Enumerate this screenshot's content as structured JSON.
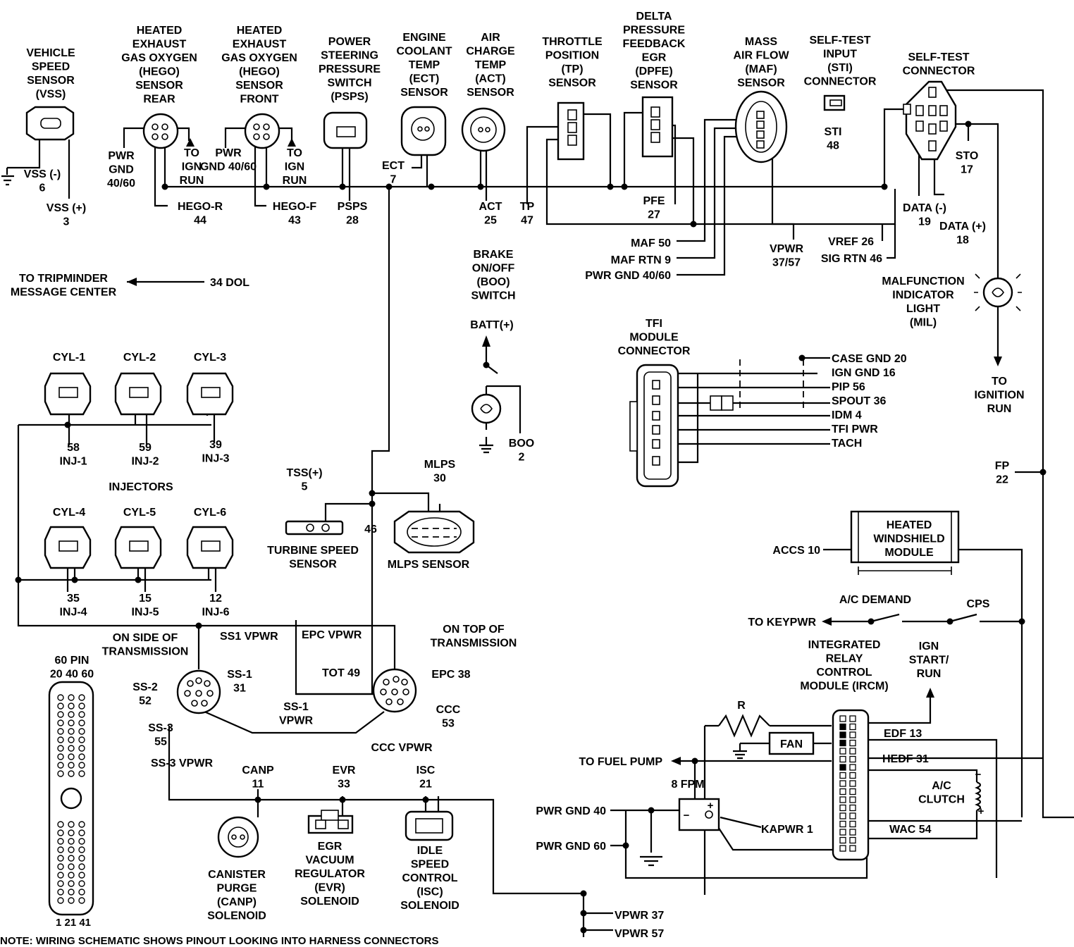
{
  "components": {
    "vss": [
      "VEHICLE",
      "SPEED",
      "SENSOR",
      "(VSS)"
    ],
    "hego_rear": [
      "HEATED",
      "EXHAUST",
      "GAS OXYGEN",
      "(HEGO)",
      "SENSOR",
      "REAR"
    ],
    "hego_front": [
      "HEATED",
      "EXHAUST",
      "GAS OXYGEN",
      "(HEGO)",
      "SENSOR",
      "FRONT"
    ],
    "psps": [
      "POWER",
      "STEERING",
      "PRESSURE",
      "SWITCH",
      "(PSPS)"
    ],
    "ect": [
      "ENGINE",
      "COOLANT",
      "TEMP",
      "(ECT)",
      "SENSOR"
    ],
    "act": [
      "AIR",
      "CHARGE",
      "TEMP",
      "(ACT)",
      "SENSOR"
    ],
    "tp": [
      "THROTTLE",
      "POSITION",
      "(TP)",
      "SENSOR"
    ],
    "dpfe": [
      "DELTA",
      "PRESSURE",
      "FEEDBACK",
      "EGR",
      "(DPFE)",
      "SENSOR"
    ],
    "maf": [
      "MASS",
      "AIR FLOW",
      "(MAF)",
      "SENSOR"
    ],
    "sti": [
      "SELF-TEST",
      "INPUT",
      "(STI)",
      "CONNECTOR"
    ],
    "self_test": [
      "SELF-TEST",
      "CONNECTOR"
    ],
    "boo": [
      "BRAKE",
      "ON/OFF",
      "(BOO)",
      "SWITCH"
    ],
    "tfi": [
      "TFI",
      "MODULE",
      "CONNECTOR"
    ],
    "mil": [
      "MALFUNCTION",
      "INDICATOR",
      "LIGHT",
      "(MIL)"
    ],
    "tss": [
      "TURBINE SPEED",
      "SENSOR"
    ],
    "mlps": "MLPS SENSOR",
    "hws": [
      "HEATED",
      "WINDSHIELD",
      "MODULE"
    ],
    "ircm": [
      "INTEGRATED",
      "RELAY",
      "CONTROL",
      "MODULE  (IRCM)"
    ],
    "canp": [
      "CANISTER",
      "PURGE",
      "(CANP)",
      "SOLENOID"
    ],
    "evr": [
      "EGR",
      "VACUUM",
      "REGULATOR",
      "(EVR)",
      "SOLENOID"
    ],
    "isc": [
      "IDLE",
      "SPEED",
      "CONTROL",
      "(ISC)",
      "SOLENOID"
    ],
    "injectors": "INJECTORS",
    "cyl": [
      "CYL-1",
      "CYL-2",
      "CYL-3",
      "CYL-4",
      "CYL-5",
      "CYL-6"
    ],
    "inj": [
      [
        "58",
        "INJ-1"
      ],
      [
        "59",
        "INJ-2"
      ],
      [
        "39",
        "INJ-3"
      ],
      [
        "35",
        "INJ-4"
      ],
      [
        "15",
        "INJ-5"
      ],
      [
        "12",
        "INJ-6"
      ]
    ],
    "side_trans": [
      "ON SIDE OF",
      "TRANSMISSION"
    ],
    "top_trans": [
      "ON TOP OF",
      "TRANSMISSION"
    ],
    "pin60": [
      "60 PIN",
      "20  40  60"
    ],
    "pin60_bottom": "1   21   41",
    "fan": "FAN",
    "ac_clutch": [
      "A/C",
      "CLUTCH"
    ]
  },
  "signals": {
    "vss_minus": [
      "VSS (-)",
      "6"
    ],
    "vss_plus": [
      "VSS (+)",
      "3"
    ],
    "pwr_gnd_4060": [
      "PWR",
      "GND",
      "40/60"
    ],
    "to_ign_run": [
      "TO",
      "IGN",
      "RUN"
    ],
    "pwr_gnd_4060b": [
      "PWR",
      "GND 40/60"
    ],
    "hego_r": [
      "HEGO-R",
      "44"
    ],
    "hego_f": [
      "HEGO-F",
      "43"
    ],
    "psps": [
      "PSPS",
      "28"
    ],
    "ect": [
      "ECT",
      "7"
    ],
    "act": [
      "ACT",
      "25"
    ],
    "tp": [
      "TP",
      "47"
    ],
    "pfe": [
      "PFE",
      "27"
    ],
    "maf": "MAF 50",
    "maf_rtn": "MAF RTN 9",
    "pwr_gnd_maf": "PWR GND 40/60",
    "vpwr": [
      "VPWR",
      "37/57"
    ],
    "vref": "VREF 26",
    "sig_rtn": "SIG RTN 46",
    "sti": [
      "STI",
      "48"
    ],
    "sto": [
      "STO",
      "17"
    ],
    "data_minus": [
      "DATA (-)",
      "19"
    ],
    "data_plus": [
      "DATA (+)",
      "18"
    ],
    "to_tripminder": [
      "TO TRIPMINDER",
      "MESSAGE CENTER"
    ],
    "dol": "34 DOL",
    "batt": "BATT(+)",
    "boo": [
      "BOO",
      "2"
    ],
    "tfi_pins": [
      "CASE GND 20",
      "IGN GND 16",
      "PIP 56",
      "SPOUT 36",
      "IDM 4",
      "TFI PWR",
      "TACH"
    ],
    "to_ign_run_mil": [
      "TO",
      "IGNITION",
      "RUN"
    ],
    "fp": [
      "FP",
      "22"
    ],
    "tss_plus": [
      "TSS(+)",
      "5"
    ],
    "mlps": [
      "MLPS",
      "30"
    ],
    "n46": "46",
    "accs": "ACCS 10",
    "ac_demand": "A/C DEMAND",
    "cps": "CPS",
    "to_keypwr": "TO KEYPWR",
    "ign_start_run": [
      "IGN",
      "START/",
      "RUN"
    ],
    "ss1_vpwr": "SS1 VPWR",
    "epc_vpwr": "EPC VPWR",
    "ss1": [
      "SS-1",
      "31"
    ],
    "ss2": [
      "SS-2",
      "52"
    ],
    "ss3": [
      "SS-3",
      "55"
    ],
    "ss1_vpwr2": [
      "SS-1",
      "VPWR"
    ],
    "ss3_vpwr": "SS-3 VPWR",
    "tot": "TOT 49",
    "epc": "EPC 38",
    "ccc": [
      "CCC",
      "53"
    ],
    "ccc_vpwr": "CCC VPWR",
    "r": "R",
    "edf": "EDF 13",
    "hedf": "HEDF 31",
    "to_fuel_pump": "TO FUEL PUMP",
    "fpm": "8 FPM",
    "pwr_gnd_40": "PWR GND 40",
    "pwr_gnd_60": "PWR GND 60",
    "kapwr": "KAPWR 1",
    "wac": "WAC 54",
    "canp": [
      "CANP",
      "11"
    ],
    "evr": [
      "EVR",
      "33"
    ],
    "isc": [
      "ISC",
      "21"
    ],
    "vpwr37": "VPWR 37",
    "vpwr57": "VPWR 57"
  },
  "note": "NOTE: WIRING SCHEMATIC SHOWS PINOUT LOOKING INTO HARNESS CONNECTORS"
}
